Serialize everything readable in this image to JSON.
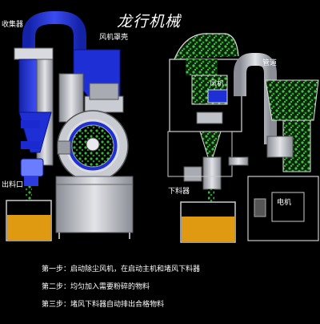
{
  "title": "龙行机械",
  "labels": {
    "dust_collector": "收集器",
    "fan_hood": "风机罩壳",
    "discharge_port": "出料口",
    "pipe": "管道",
    "fan": "风机",
    "feeder": "下料器",
    "motor": "电机"
  },
  "steps": [
    "第一步：启动除尘风机，在启动主机和堵风下料器",
    "第二步：均匀加入需要粉碎的物料",
    "第三步：堵风下料器自动排出合格物料"
  ],
  "colors": {
    "background": "#000000",
    "duct_blue": "#1f2fd6",
    "machine_gray": "#b9bcc4",
    "material_green": "#2fae2f",
    "bin_orange": "#e09a12"
  }
}
